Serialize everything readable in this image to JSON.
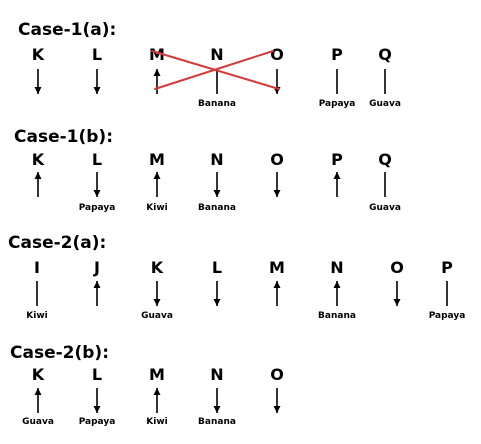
{
  "cases": [
    {
      "title": "Case-1(a):",
      "crossed": true,
      "items": [
        {
          "letter": "K",
          "mark": "down",
          "fruit": ""
        },
        {
          "letter": "L",
          "mark": "down",
          "fruit": ""
        },
        {
          "letter": "M",
          "mark": "up",
          "fruit": ""
        },
        {
          "letter": "N",
          "mark": "line",
          "fruit": "Banana"
        },
        {
          "letter": "O",
          "mark": "down",
          "fruit": ""
        },
        {
          "letter": "P",
          "mark": "line",
          "fruit": "Papaya"
        },
        {
          "letter": "Q",
          "mark": "line",
          "fruit": "Guava"
        }
      ]
    },
    {
      "title": "Case-1(b):",
      "crossed": false,
      "items": [
        {
          "letter": "K",
          "mark": "up",
          "fruit": ""
        },
        {
          "letter": "L",
          "mark": "down",
          "fruit": "Papaya"
        },
        {
          "letter": "M",
          "mark": "up",
          "fruit": "Kiwi"
        },
        {
          "letter": "N",
          "mark": "down",
          "fruit": "Banana"
        },
        {
          "letter": "O",
          "mark": "down",
          "fruit": ""
        },
        {
          "letter": "P",
          "mark": "up",
          "fruit": ""
        },
        {
          "letter": "Q",
          "mark": "line",
          "fruit": "Guava"
        }
      ]
    },
    {
      "title": "Case-2(a):",
      "crossed": false,
      "items": [
        {
          "letter": "I",
          "mark": "line",
          "fruit": "Kiwi"
        },
        {
          "letter": "J",
          "mark": "up",
          "fruit": ""
        },
        {
          "letter": "K",
          "mark": "down",
          "fruit": "Guava"
        },
        {
          "letter": "L",
          "mark": "down",
          "fruit": ""
        },
        {
          "letter": "M",
          "mark": "up",
          "fruit": ""
        },
        {
          "letter": "N",
          "mark": "up",
          "fruit": "Banana"
        },
        {
          "letter": "O",
          "mark": "down",
          "fruit": ""
        },
        {
          "letter": "P",
          "mark": "line",
          "fruit": "Papaya"
        }
      ]
    },
    {
      "title": "Case-2(b):",
      "crossed": false,
      "items": [
        {
          "letter": "K",
          "mark": "up",
          "fruit": "Guava"
        },
        {
          "letter": "L",
          "mark": "down",
          "fruit": "Papaya"
        },
        {
          "letter": "M",
          "mark": "up",
          "fruit": "Kiwi"
        },
        {
          "letter": "N",
          "mark": "down",
          "fruit": "Banana"
        },
        {
          "letter": "O",
          "mark": "down",
          "fruit": ""
        }
      ]
    }
  ]
}
